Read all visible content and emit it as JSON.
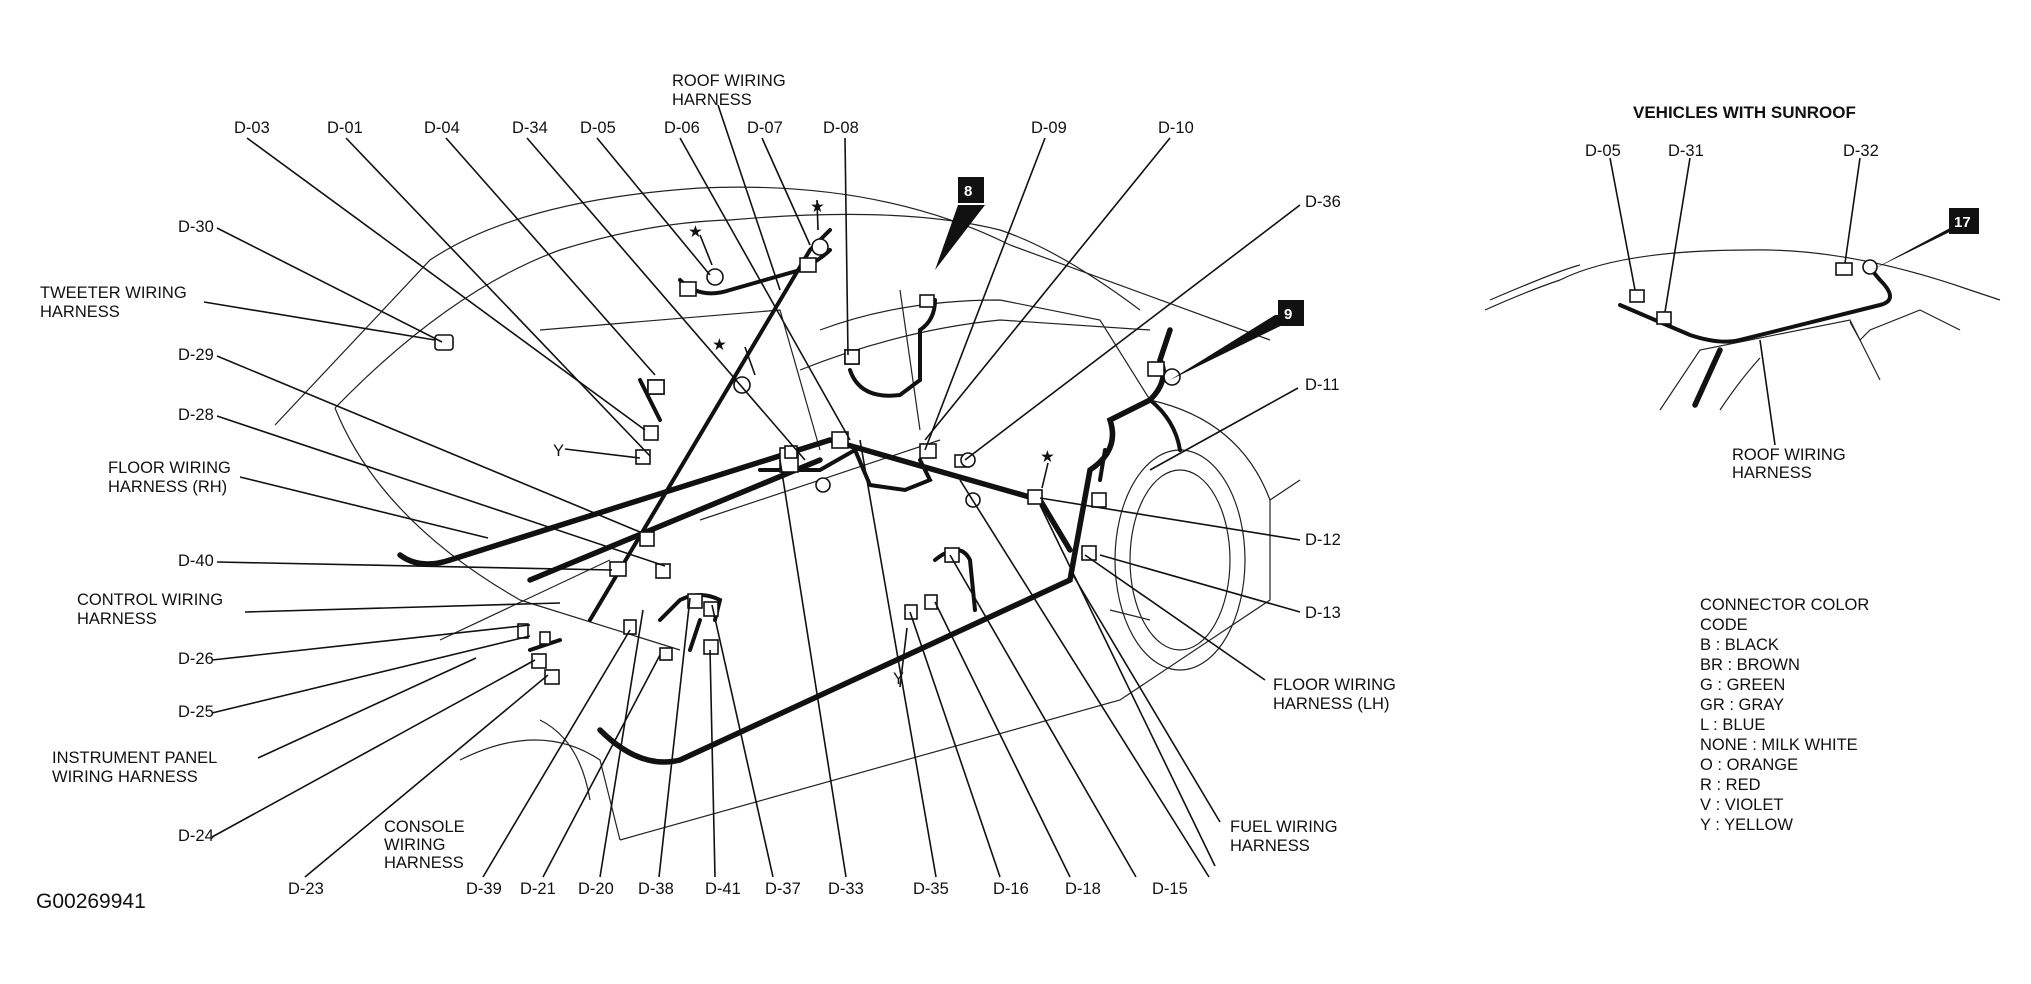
{
  "main_connectors": {
    "top": [
      "D-03",
      "D-01",
      "D-04",
      "D-34",
      "D-05",
      "D-06",
      "D-07",
      "D-08",
      "D-09",
      "D-10"
    ],
    "right": [
      "D-36",
      "D-11",
      "D-12",
      "D-13"
    ],
    "left": [
      "D-30",
      "D-29",
      "D-28",
      "D-40",
      "D-26",
      "D-25",
      "D-24"
    ],
    "bottom": [
      "D-23",
      "D-39",
      "D-21",
      "D-20",
      "D-38",
      "D-41",
      "D-37",
      "D-33",
      "D-35",
      "D-16",
      "D-18",
      "D-15"
    ]
  },
  "harness_labels": {
    "roof": [
      "ROOF WIRING",
      "HARNESS"
    ],
    "tweeter": [
      "TWEETER WIRING",
      "HARNESS"
    ],
    "floor_rh": [
      "FLOOR WIRING",
      "HARNESS (RH)"
    ],
    "control": [
      "CONTROL WIRING",
      "HARNESS"
    ],
    "instrument": [
      "INSTRUMENT PANEL",
      "WIRING HARNESS"
    ],
    "console": [
      "CONSOLE",
      "WIRING",
      "HARNESS"
    ],
    "floor_lh": [
      "FLOOR WIRING",
      "HARNESS (LH)"
    ],
    "fuel": [
      "FUEL WIRING",
      "HARNESS"
    ]
  },
  "y_markers": [
    "Y",
    "Y"
  ],
  "star_glyph": "★",
  "badges": [
    "8",
    "9",
    "17"
  ],
  "sunroof": {
    "title": "VEHICLES WITH SUNROOF",
    "connectors": [
      "D-05",
      "D-31",
      "D-32"
    ],
    "harness": [
      "ROOF WIRING",
      "HARNESS"
    ]
  },
  "color_code": {
    "title": [
      "CONNECTOR COLOR",
      "CODE"
    ],
    "entries": [
      "B : BLACK",
      "BR : BROWN",
      "G : GREEN",
      "GR : GRAY",
      "L : BLUE",
      "NONE : MILK WHITE",
      "O : ORANGE",
      "R : RED",
      "V : VIOLET",
      "Y : YELLOW"
    ]
  },
  "figure_id": "G00269941"
}
